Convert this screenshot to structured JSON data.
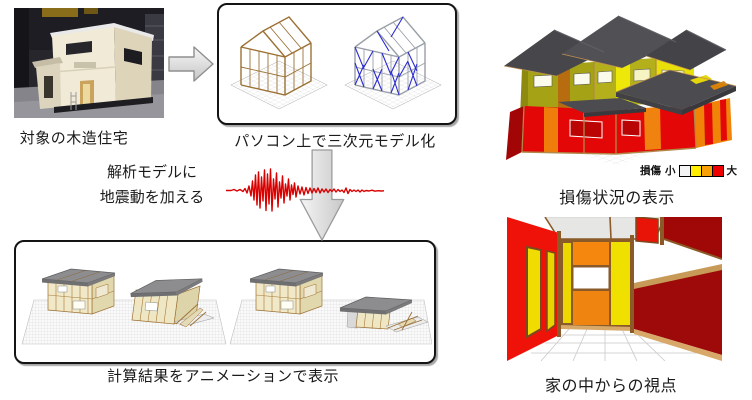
{
  "captions": {
    "photo": "対象の木造住宅",
    "model": "パソコン上で三次元モデル化",
    "animation": "計算結果をアニメーションで表示",
    "damage": "損傷状況の表示",
    "interior": "家の中からの視点"
  },
  "seismic": {
    "line1": "解析モデルに",
    "line2": "地震動を加える"
  },
  "legend": {
    "title": "損傷",
    "min_label": "小",
    "max_label": "大",
    "swatches": [
      "#f4f4f4",
      "#ffee00",
      "#f9a008",
      "#ee0000"
    ]
  },
  "colors": {
    "waveform": "#d90000",
    "block_arrow_fill": "#d9d9d9",
    "damage_small": "#f4f4f4",
    "damage_large": "#ee0000",
    "caption_text": "#1a1a1a"
  },
  "icons": {
    "right_arrow": "block-arrow-right",
    "down_arrow": "block-arrow-down"
  }
}
